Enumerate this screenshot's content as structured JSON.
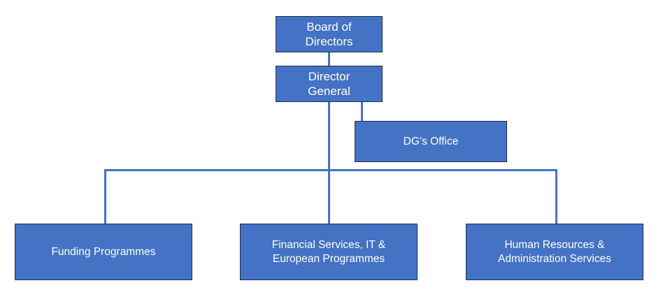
{
  "org_chart": {
    "board": "Board of Directors",
    "director_general": "Director General",
    "dg_office": "DG’s Office",
    "departments": [
      {
        "label": "Funding Programmes"
      },
      {
        "label": "Financial Services, IT & European Programmes"
      },
      {
        "label": "Human Resources & Administration Services"
      }
    ]
  },
  "colors": {
    "box_fill": "#4472C4",
    "connector": "#4472C4",
    "box_border": "#1F2D4A"
  }
}
